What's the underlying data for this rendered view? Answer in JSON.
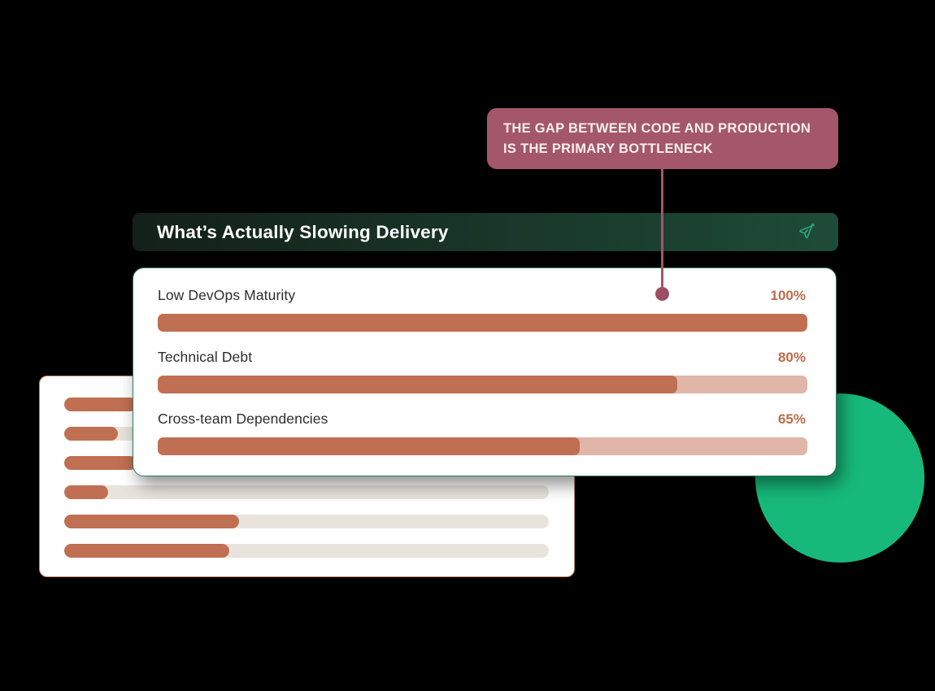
{
  "page": {
    "background": "#000000"
  },
  "callout": {
    "lines": [
      "THE GAP BETWEEN CODE AND PRODUCTION",
      "IS THE PRIMARY BOTTLENECK"
    ],
    "bg": "#a4566b",
    "text_color": "#f7efeb"
  },
  "connector": {
    "color": "#a4566b",
    "dot_color": "#9c4e64"
  },
  "header": {
    "title": "What’s Actually Slowing Delivery",
    "icon": "send-icon",
    "icon_color": "#2aa876",
    "bg_gradient": [
      "#132019",
      "#1e4b38"
    ]
  },
  "chart": {
    "accent": "#c06f52",
    "track": "#dfb6a7",
    "value_color": "#bd6a4b",
    "items": [
      {
        "label": "Low DevOps Maturity",
        "value_label": "100%",
        "pct": 100
      },
      {
        "label": "Technical Debt",
        "value_label": "80%",
        "pct": 80
      },
      {
        "label": "Cross-team Dependencies",
        "value_label": "65%",
        "pct": 65
      }
    ]
  },
  "background_card": {
    "border_color": "#c9876a",
    "track_color": "#e8e4dd",
    "accent": "#c06f52",
    "rows": [
      15,
      11,
      15,
      9,
      36,
      34
    ]
  },
  "decor": {
    "circle_color": "#17b97a"
  },
  "chart_data": {
    "type": "bar",
    "orientation": "horizontal",
    "title": "What’s Actually Slowing Delivery",
    "categories": [
      "Low DevOps Maturity",
      "Technical Debt",
      "Cross-team Dependencies"
    ],
    "values": [
      100,
      80,
      65
    ],
    "unit": "%",
    "xlim": [
      0,
      100
    ],
    "data_labels": [
      "100%",
      "80%",
      "65%"
    ],
    "annotation": "THE GAP BETWEEN CODE AND PRODUCTION IS THE PRIMARY BOTTLENECK",
    "annotation_target": "Low DevOps Maturity",
    "legend": false,
    "grid": false,
    "background_sparkline_values": [
      15,
      11,
      15,
      9,
      36,
      34
    ]
  }
}
